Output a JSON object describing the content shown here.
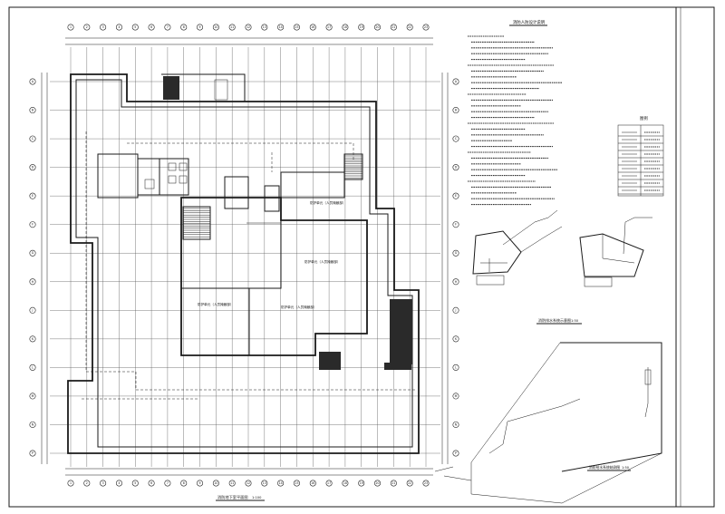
{
  "drawing": {
    "plan_title": "消防地下室平面图",
    "plan_scale": "1:100",
    "notes_title": "消防人防设计说明",
    "legend_title": "图例",
    "section_title": "消防排水系统示意图",
    "section_scale": "1:50",
    "axon_title": "消防给水系统轴测图",
    "axon_scale": "1:50"
  },
  "rooms": [
    "防护单元（人员掩蔽部）",
    "防护单元（人员掩蔽部）",
    "防护单元（人员掩蔽部）",
    "防护单元（人员掩蔽部）"
  ],
  "grid": {
    "columns": [
      "1",
      "2",
      "3",
      "4",
      "5",
      "6",
      "7",
      "8",
      "9",
      "10",
      "11",
      "12",
      "13",
      "14",
      "15",
      "16",
      "17",
      "18",
      "19",
      "20",
      "21",
      "22",
      "23"
    ],
    "rows": [
      "A",
      "B",
      "C",
      "D",
      "E",
      "F",
      "G",
      "H",
      "J",
      "K",
      "L",
      "M",
      "N",
      "P"
    ]
  },
  "colors": {
    "ink": "#1a1a1a",
    "grid": "#5a5a5a",
    "paper": "#ffffff"
  }
}
